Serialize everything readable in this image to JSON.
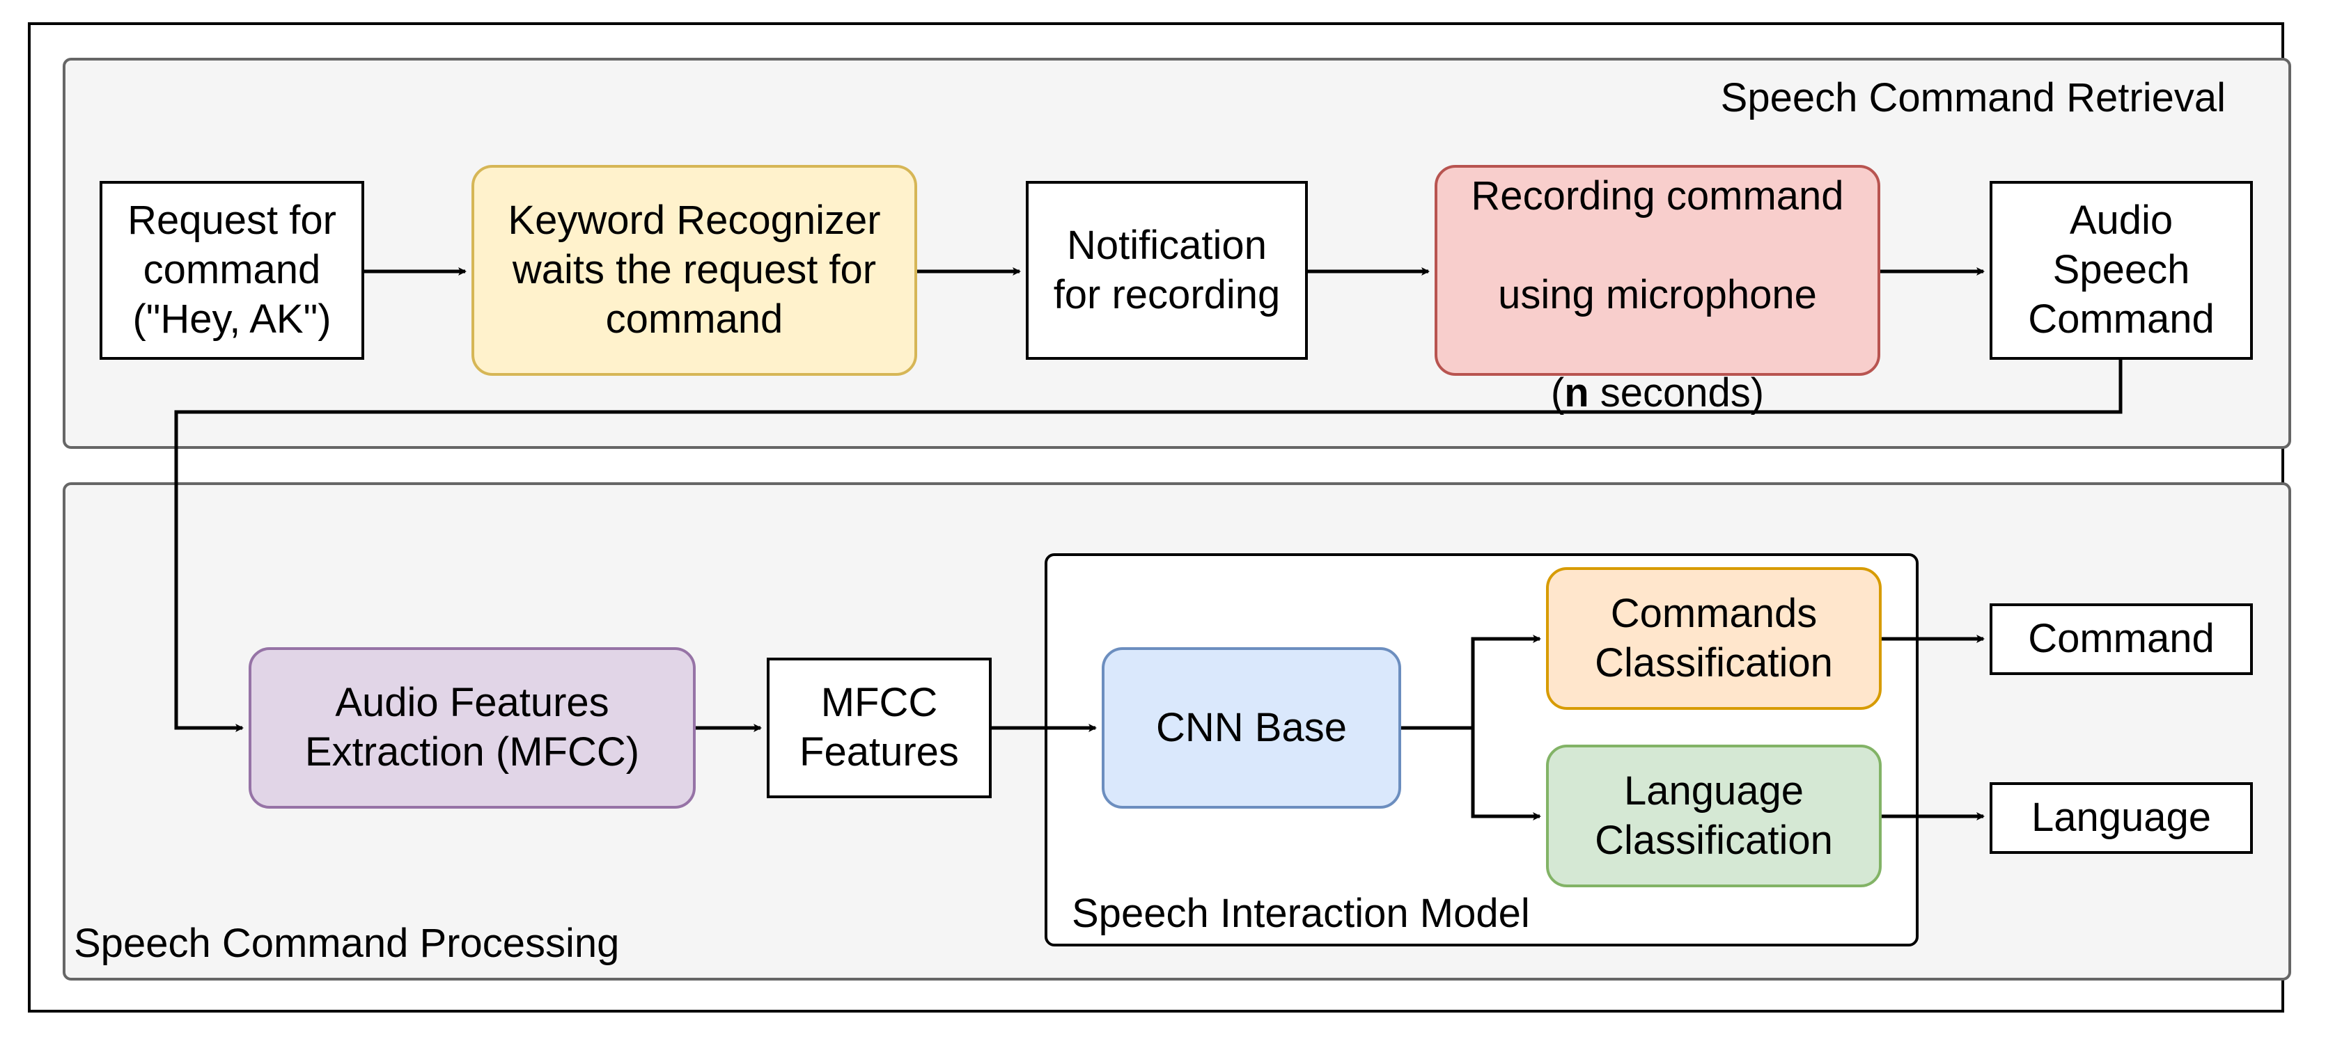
{
  "groups": {
    "retrieval": {
      "label": "Speech Command Retrieval"
    },
    "processing": {
      "label": "Speech Command Processing"
    },
    "model": {
      "label": "Speech Interaction Model"
    }
  },
  "nodes": {
    "request": {
      "text": "Request for\ncommand\n(\"Hey, AK\")"
    },
    "keyword": {
      "text": "Keyword Recognizer\nwaits the request for\ncommand",
      "color": "#fff2cc"
    },
    "notification": {
      "text": "Notification\nfor recording"
    },
    "recording": {
      "line1": "Recording command",
      "line2": "using microphone",
      "line3_open": "(",
      "line3_bold": "n",
      "line3_rest": " seconds)",
      "color": "#f8cecc"
    },
    "audio_cmd": {
      "text": "Audio\nSpeech\nCommand"
    },
    "features": {
      "text": "Audio Features\nExtraction (MFCC)",
      "color": "#e1d5e7"
    },
    "mfcc": {
      "text": "MFCC\nFeatures"
    },
    "cnn": {
      "text": "CNN Base",
      "color": "#dae8fc"
    },
    "commands_cls": {
      "text": "Commands\nClassification",
      "color": "#ffe6cc"
    },
    "language_cls": {
      "text": "Language\nClassification",
      "color": "#d5e8d4"
    },
    "command_out": {
      "text": "Command"
    },
    "language_out": {
      "text": "Language"
    }
  }
}
